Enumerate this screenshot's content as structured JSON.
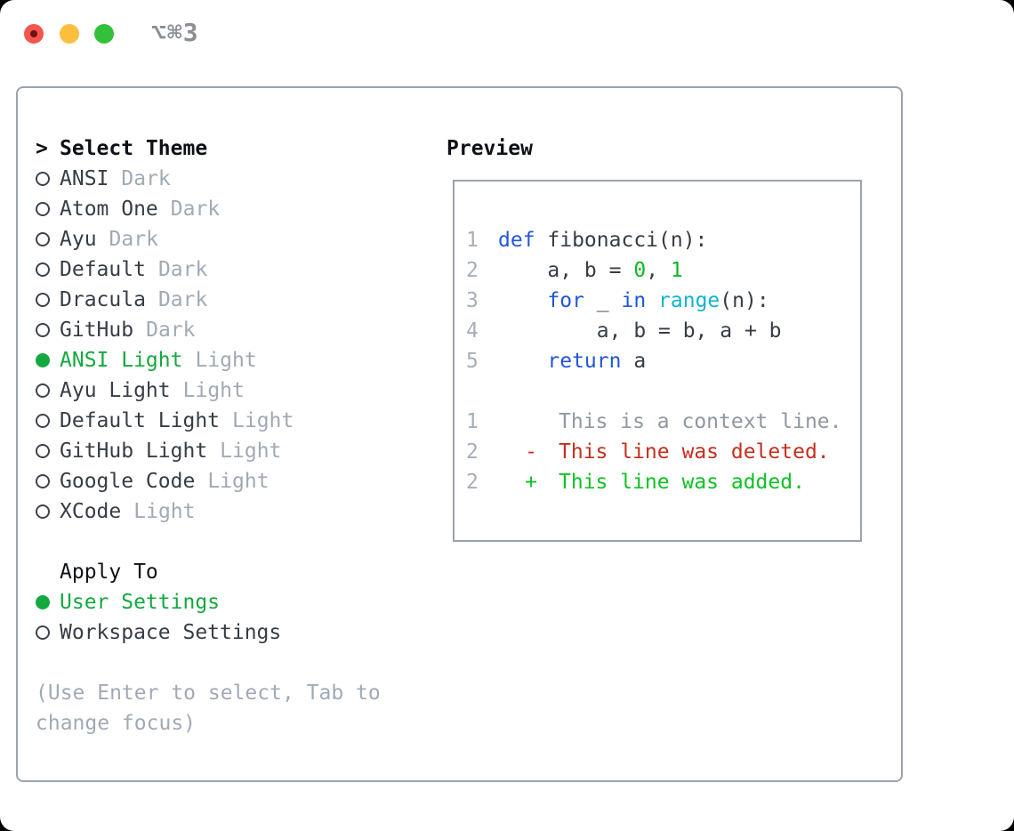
{
  "window": {
    "title": "⌥⌘3"
  },
  "colors": {
    "keyword": "#2156dd",
    "function": "#13b2d0",
    "number": "#0db822",
    "added": "#0ec224",
    "deleted": "#c52f1d",
    "context": "#8f98a1",
    "line_number": "#a6aeba",
    "selection": "#13a93f",
    "text_dark": "#363d46",
    "heading": "#0d1117",
    "muted": "#a0aab6",
    "border": "#9aa3ad",
    "title": "#8a8f96",
    "tl_close": "#f2564e",
    "tl_minimize": "#fcbe3d",
    "tl_zoom": "#33c13c"
  },
  "theme_panel": {
    "header_marker": ">",
    "header": "Select Theme",
    "items": [
      {
        "name": "ANSI",
        "variant": "Dark",
        "selected": false
      },
      {
        "name": "Atom One",
        "variant": "Dark",
        "selected": false
      },
      {
        "name": "Ayu",
        "variant": "Dark",
        "selected": false
      },
      {
        "name": "Default",
        "variant": "Dark",
        "selected": false
      },
      {
        "name": "Dracula",
        "variant": "Dark",
        "selected": false
      },
      {
        "name": "GitHub",
        "variant": "Dark",
        "selected": false
      },
      {
        "name": "ANSI Light",
        "variant": "Light",
        "selected": true
      },
      {
        "name": "Ayu Light",
        "variant": "Light",
        "selected": false
      },
      {
        "name": "Default Light",
        "variant": "Light",
        "selected": false
      },
      {
        "name": "GitHub Light",
        "variant": "Light",
        "selected": false
      },
      {
        "name": "Google Code",
        "variant": "Light",
        "selected": false
      },
      {
        "name": "XCode",
        "variant": "Light",
        "selected": false
      }
    ]
  },
  "apply_panel": {
    "header": "Apply To",
    "options": [
      {
        "label": "User Settings",
        "selected": true
      },
      {
        "label": "Workspace Settings",
        "selected": false
      }
    ]
  },
  "hint": "(Use Enter to select, Tab to change focus)",
  "preview": {
    "header": "Preview",
    "code_lines": [
      {
        "no": "1",
        "segs": [
          {
            "t": "def",
            "c": "kw"
          },
          {
            "t": " fibonacci(n):",
            "c": "fg"
          }
        ]
      },
      {
        "no": "2",
        "segs": [
          {
            "t": "    a, b = ",
            "c": "fg"
          },
          {
            "t": "0",
            "c": "num"
          },
          {
            "t": ", ",
            "c": "fg"
          },
          {
            "t": "1",
            "c": "num"
          }
        ]
      },
      {
        "no": "3",
        "segs": [
          {
            "t": "    ",
            "c": "fg"
          },
          {
            "t": "for",
            "c": "kw"
          },
          {
            "t": " _ ",
            "c": "fg"
          },
          {
            "t": "in",
            "c": "kw"
          },
          {
            "t": " ",
            "c": "fg"
          },
          {
            "t": "range",
            "c": "fn"
          },
          {
            "t": "(n):",
            "c": "fg"
          }
        ]
      },
      {
        "no": "4",
        "segs": [
          {
            "t": "        a, b = b, a + b",
            "c": "fg"
          }
        ]
      },
      {
        "no": "5",
        "segs": [
          {
            "t": "    ",
            "c": "fg"
          },
          {
            "t": "return",
            "c": "kw"
          },
          {
            "t": " a",
            "c": "fg"
          }
        ]
      }
    ],
    "diff_lines": [
      {
        "no": "1",
        "marker": "",
        "text": "This is a context line.",
        "type": "context"
      },
      {
        "no": "2",
        "marker": "-",
        "text": "This line was deleted.",
        "type": "deleted"
      },
      {
        "no": "2",
        "marker": "+",
        "text": "This line was added.",
        "type": "added"
      }
    ]
  }
}
